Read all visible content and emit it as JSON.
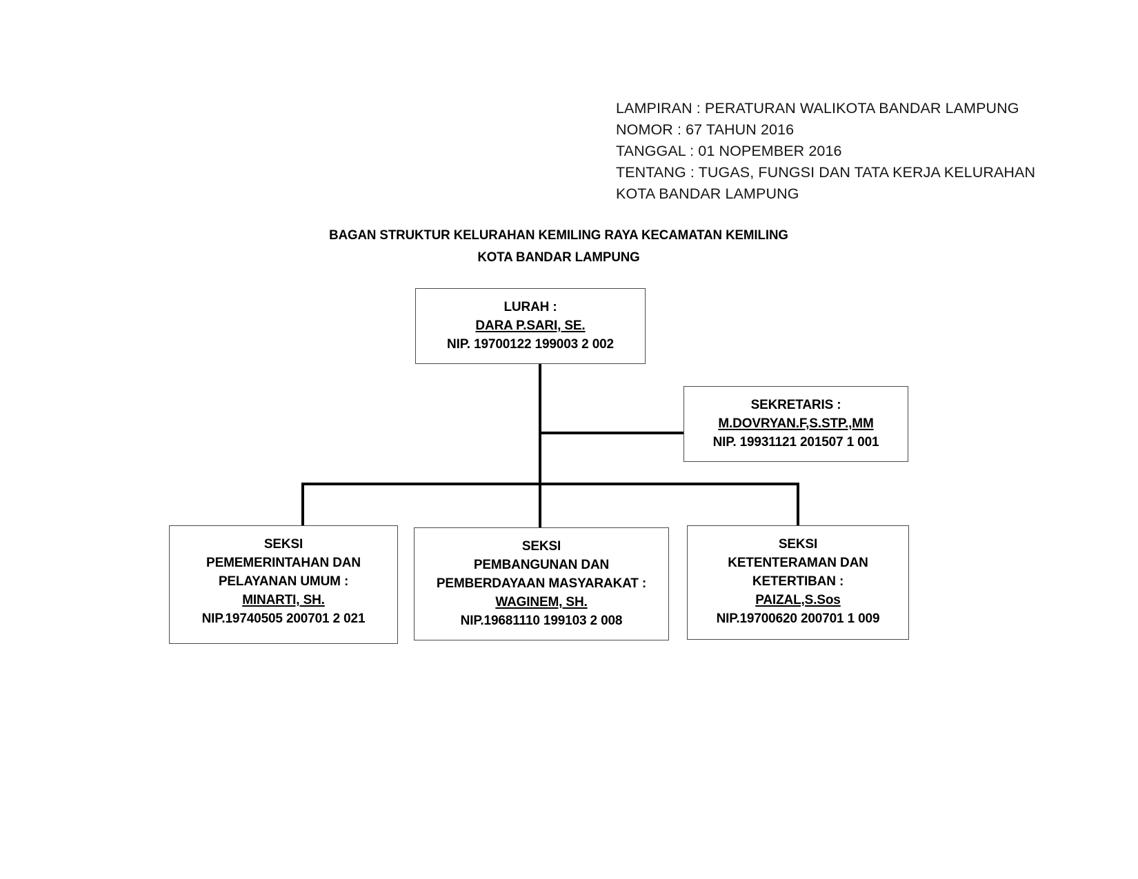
{
  "header": {
    "lines": [
      "LAMPIRAN : PERATURAN WALIKOTA BANDAR LAMPUNG",
      "NOMOR : 67 TAHUN 2016",
      "TANGGAL : 01 NOPEMBER 2016",
      "TENTANG : TUGAS, FUNGSI DAN TATA KERJA KELURAHAN",
      "KOTA BANDAR LAMPUNG"
    ]
  },
  "title": {
    "line1": "BAGAN STRUKTUR KELURAHAN KEMILING RAYA KECAMATAN KEMILING",
    "line2": "KOTA BANDAR LAMPUNG"
  },
  "chart_data": {
    "type": "diagram",
    "subtype": "organization-chart",
    "title": "BAGAN STRUKTUR KELURAHAN KEMILING RAYA KECAMATAN KEMILING KOTA BANDAR LAMPUNG",
    "nodes": [
      {
        "id": "lurah",
        "role": "LURAH :",
        "name": "DARA P.SARI, SE.",
        "nip": "NIP. 19700122 199003 2 002",
        "level": 0
      },
      {
        "id": "sekretaris",
        "role": "SEKRETARIS :",
        "name": "M.DOVRYAN.F,S.STP.,MM",
        "nip": "NIP. 19931121 201507 1 001",
        "level": 1
      },
      {
        "id": "seksi-1",
        "role_line1": "SEKSI",
        "role_line2": "PEMEMERINTAHAN DAN",
        "role_line3": "PELAYANAN UMUM :",
        "name": "MINARTI, SH.",
        "nip": "NIP.19740505 200701 2 021",
        "level": 2
      },
      {
        "id": "seksi-2",
        "role_line1": "SEKSI",
        "role_line2": "PEMBANGUNAN DAN",
        "role_line3": "PEMBERDAYAAN MASYARAKAT :",
        "name": "WAGINEM, SH.",
        "nip": "NIP.19681110 199103 2 008",
        "level": 2
      },
      {
        "id": "seksi-3",
        "role_line1": "SEKSI",
        "role_line2": "KETENTERAMAN DAN",
        "role_line3": "KETERTIBAN :",
        "name": "PAIZAL,S.Sos",
        "nip": "NIP.19700620 200701 1 009",
        "level": 2
      }
    ],
    "edges": [
      {
        "from": "lurah",
        "to": "sekretaris"
      },
      {
        "from": "lurah",
        "to": "seksi-1"
      },
      {
        "from": "lurah",
        "to": "seksi-2"
      },
      {
        "from": "lurah",
        "to": "seksi-3"
      }
    ],
    "colors": {
      "background": "#ffffff",
      "text": "#000000",
      "box_border": "#4a4a4a",
      "connector": "#000000"
    }
  }
}
